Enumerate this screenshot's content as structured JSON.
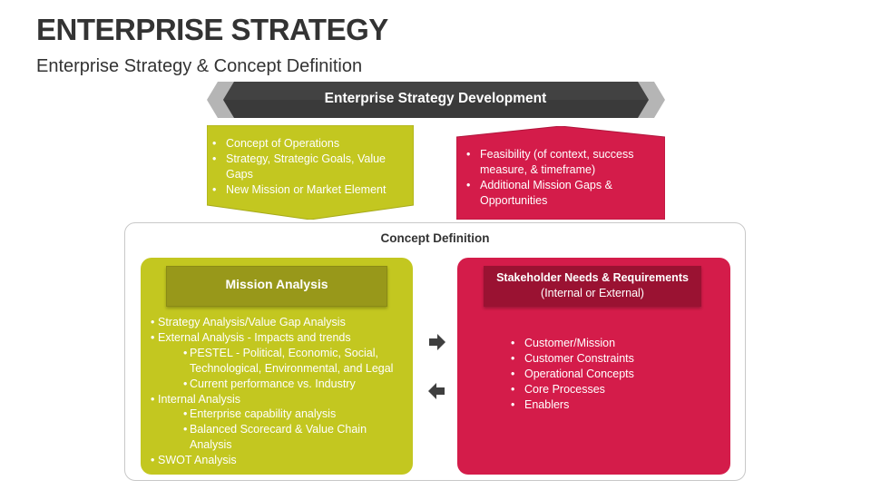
{
  "header": {
    "title": "ENTERPRISE STRATEGY",
    "subtitle": "Enterprise Strategy & Concept Definition"
  },
  "banner": {
    "label": "Enterprise Strategy Development"
  },
  "top_green": {
    "items": [
      "Concept of Operations",
      "Strategy, Strategic Goals, Value Gaps",
      "New Mission or Market Element"
    ]
  },
  "top_red": {
    "items": [
      "Feasibility (of context, success measure, & timeframe)",
      "Additional Mission Gaps & Opportunities"
    ]
  },
  "concept": {
    "label": "Concept Definition"
  },
  "mission": {
    "title": "Mission Analysis",
    "lines": [
      "Strategy Analysis/Value Gap Analysis",
      "External Analysis - Impacts and trends",
      "PESTEL - Political, Economic, Social,",
      "Technological, Environmental, and Legal",
      "Current performance vs. Industry",
      "Internal Analysis",
      "Enterprise capability analysis",
      "Balanced Scorecard & Value Chain",
      "Analysis",
      "SWOT Analysis"
    ]
  },
  "stakeholder": {
    "title": "Stakeholder Needs & Requirements",
    "subtitle": "(Internal or External)",
    "items": [
      "Customer/Mission",
      "Customer Constraints",
      "Operational Concepts",
      "Core Processes",
      "Enablers"
    ]
  },
  "colors": {
    "green": "#c3c720",
    "dark_green": "#98981a",
    "red": "#d41c4a",
    "dark_red": "#9a1232",
    "banner": "#3a3a3a"
  }
}
